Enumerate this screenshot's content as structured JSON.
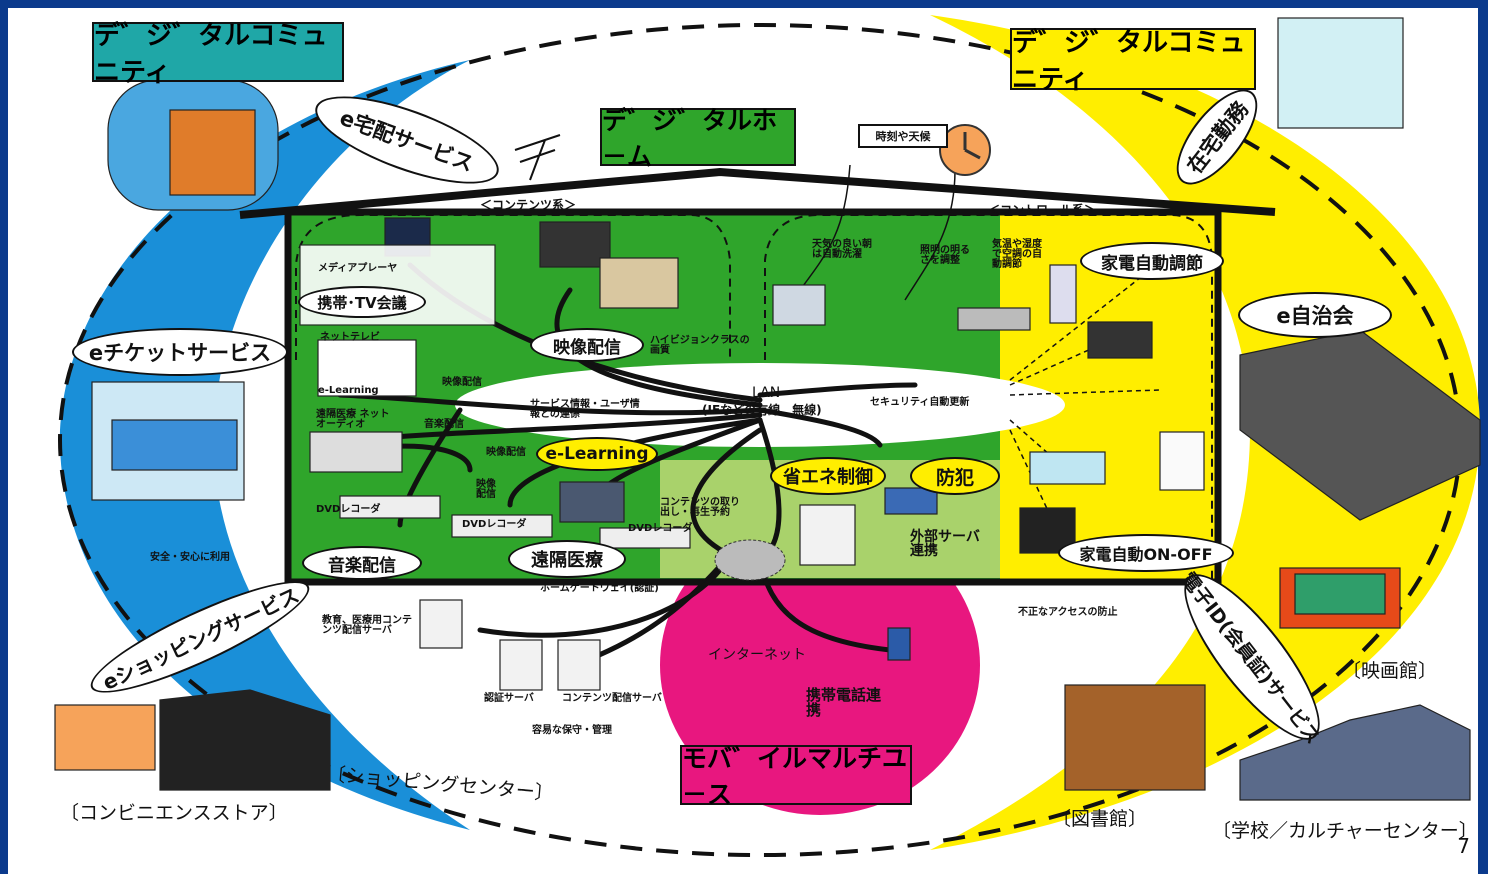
{
  "titles": {
    "community_left": "デ゛ジ゛タルコミュニティ",
    "community_right": "デ゛ジ゛タルコミュニティ",
    "home": "デ゛ジ゛タルホ－ム",
    "mobile": "モバ゛イルマルチユ－ス"
  },
  "services": {
    "e_delivery": "e宅配サービス",
    "e_ticket": "eチケットサービス",
    "e_shopping": "eショッピングサービス",
    "telework": "在宅勤務",
    "e_council": "e自治会",
    "e_id": "電子ID(会員証)サービス",
    "weather": "時刻や天候"
  },
  "home": {
    "contents_label": "＜コンテンツ系＞",
    "control_label": "＜コントロール系＞",
    "tv_conf": "携帯･TV会議",
    "video_dist": "映像配信",
    "elearning": "e-Learning",
    "energy": "省エネ制御",
    "security": "防犯",
    "appliance_adjust": "家電自動調節",
    "appliance_onoff": "家電自動ON-OFF",
    "music_dist": "音楽配信",
    "remote_med": "遠隔医療",
    "lan": "LAN",
    "lan_sub": "(IEなどの有線、無線)",
    "media_player": "メディアプレーヤ",
    "net_tv": "ネットテレビ",
    "elearning_small": "e-Learning",
    "remote_med_small": "遠隔医療 ネットオーディオ",
    "dvd1": "DVDレコーダ",
    "dvd2": "DVDレコーダ",
    "dvd3": "DVDレコーダ",
    "hivision": "ハイビジョンクラスの画質",
    "service_info": "サービス情報・ユーザ情報との連係",
    "security_update": "セキュリティ自動更新",
    "contents_pull": "コンテンツの取り出し・再生予約",
    "video_dist_s1": "映像配信",
    "music_dist_s": "音楽配信",
    "video_dist_s2": "映像配信",
    "video_dist_s3": "映像配信",
    "laundry": "天気の良い朝は自動洗濯",
    "lighting": "照明の明るさを調整",
    "aircon": "気温や湿度で空調の自動調節",
    "external_server": "外部サーバ連携",
    "home_gateway": "ホームゲートウェイ(認証)"
  },
  "network": {
    "internet": "インターネット",
    "mobile_link": "携帯電話連携",
    "auth_server": "認証サーバ",
    "content_server": "コンテンツ配信サーバ",
    "edu_med_server": "教育、医療用コンテンツ配信サーバ",
    "easy_maint": "容易な保守・管理",
    "safe_use": "安全・安心に利用",
    "unauthorized": "不正なアクセスの防止"
  },
  "places": {
    "convenience": "〔コンビニエンスストア〕",
    "shopping_center": "〔ショッピングセンター〕",
    "library": "〔図書館〕",
    "school": "〔学校／カルチャーセンター〕",
    "cinema": "〔映画館〕"
  },
  "page_number": "7",
  "colors": {
    "blue": "#1a8fd8",
    "yellow": "#ffee00",
    "green": "#2fa52b",
    "magenta": "#e8177f",
    "teal_box": "#1fa7a7"
  }
}
